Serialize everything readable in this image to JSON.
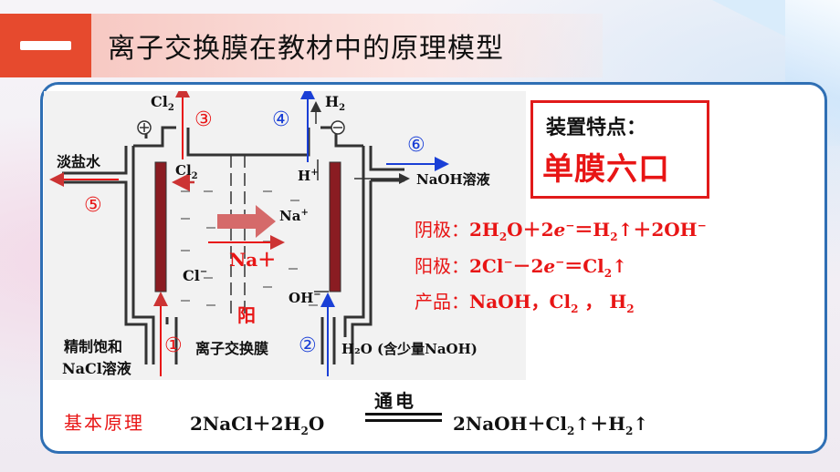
{
  "header": {
    "section_number_glyph": "一",
    "title": "离子交换膜在教材中的原理模型"
  },
  "diagram": {
    "label_cl2_top": "Cl",
    "label_cl2_inner": "Cl",
    "label_h2_top": "H",
    "label_h_plus": "H",
    "label_na_plus_inner": "Na",
    "label_na_plus_red": "Na＋",
    "label_cl_minus": "Cl",
    "label_oh_minus": "OH",
    "label_brine_out": "淡盐水",
    "label_naoh_out": "NaOH溶液",
    "label_brine_in_1": "精制饱和",
    "label_brine_in_2": "NaCl溶液",
    "label_membrane": "离子交换膜",
    "label_water_in": "H₂O (含少量NaOH)",
    "label_anode": "阳",
    "plus_sign": "⊕",
    "minus_sign": "⊖",
    "port_1": "①",
    "port_2": "②",
    "port_3": "③",
    "port_4": "④",
    "port_5": "⑤",
    "port_6": "⑥"
  },
  "features": {
    "title": "装置特点：",
    "main": "单膜六口"
  },
  "equations": {
    "cathode_label": "阴极：",
    "anode_label": "阳极：",
    "product_label": "产品："
  },
  "principle": {
    "label": "基本原理",
    "condition": "通电"
  },
  "colors": {
    "accent_red": "#e81515",
    "title_orange": "#e64a2e",
    "frame_blue": "#2f6fb4",
    "arrow_blue": "#1a3fd6"
  }
}
